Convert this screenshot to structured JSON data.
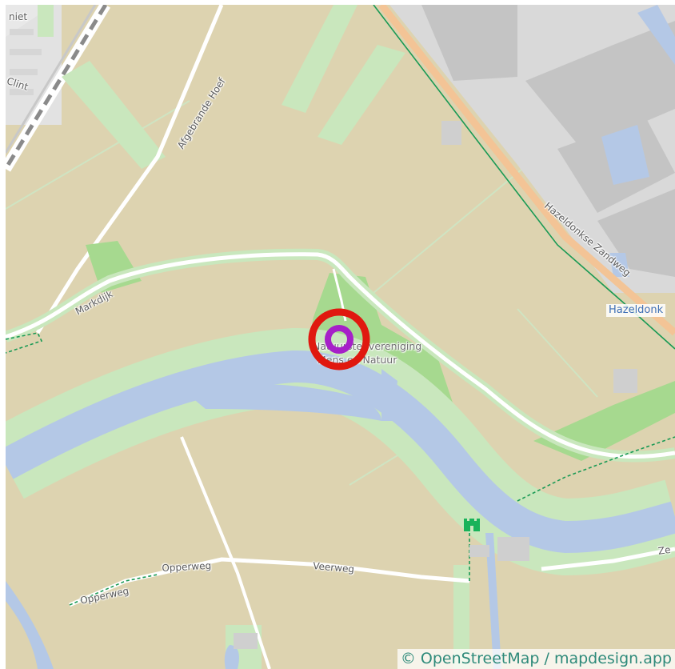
{
  "map": {
    "labels": {
      "plaats_top_left_1": "niet",
      "plaats_top_left_2": "Clint",
      "afgebrande_hoef": "Afgebrande Hoef",
      "markdijk": "Markdijk",
      "hazeldonkse_zandweg": "Hazeldonkse Zandweg",
      "hazeldonk": "Hazeldonk",
      "poi_line_1": "Natuurstenvereniging",
      "poi_line_2": "Mens en Natuur",
      "opperweg_1": "Opperweg",
      "opperweg_2": "Opperweg",
      "veerweg": "Veerweg",
      "ze": "Ze"
    },
    "marker": {
      "outer_color": "#e0180f",
      "inner_color": "#a620c8"
    },
    "castle_icon_color": "#19b35a",
    "attribution": "© OpenStreetMap / mapdesign.app",
    "colors": {
      "farmland": "#ddd3b0",
      "grass": "#c9e7bd",
      "park": "#a6d98f",
      "water": "#b4c8e6",
      "industrial": "#cfcfcf",
      "residential": "#e2e2e2",
      "road": "#ffffff",
      "main_road": "#f3c496",
      "railway": "#888888",
      "boundary": "#1a9a55"
    }
  }
}
